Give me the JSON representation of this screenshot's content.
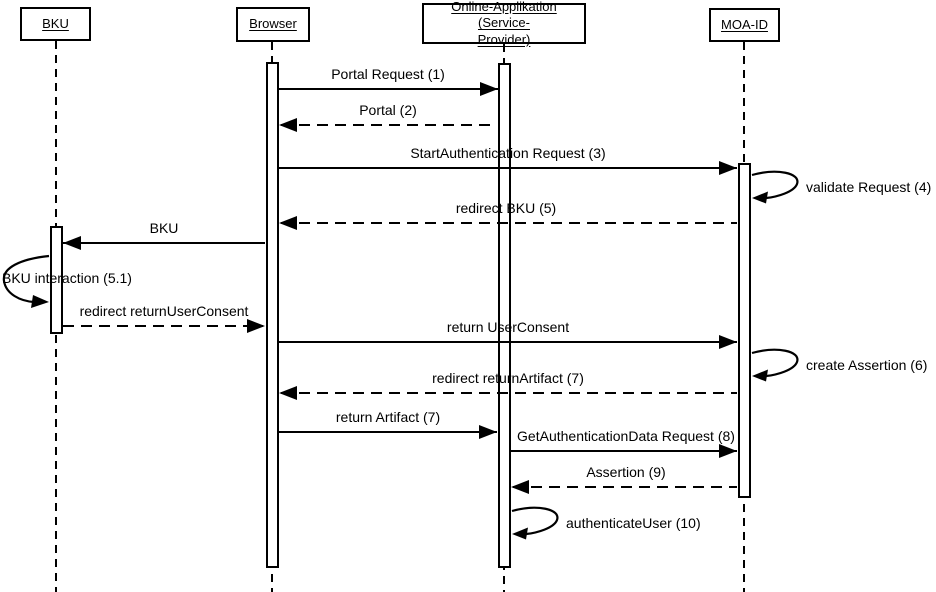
{
  "diagram": {
    "type": "uml-sequence-diagram",
    "background_color": "#ffffff",
    "line_color": "#000000"
  },
  "actors": [
    {
      "name": "BKU",
      "lines": [
        "BKU"
      ]
    },
    {
      "name": "Browser",
      "lines": [
        "Browser"
      ]
    },
    {
      "name": "Online-Applikation (Service-Provider)",
      "lines": [
        "Online-Applikation (Service-",
        "Provider)"
      ]
    },
    {
      "name": "MOA-ID",
      "lines": [
        "MOA-ID"
      ]
    }
  ],
  "messages": [
    {
      "label": "Portal Request (1)",
      "from": "Browser",
      "to": "Online-Applikation (Service-Provider)",
      "style": "solid",
      "self": false
    },
    {
      "label": "Portal (2)",
      "from": "Online-Applikation (Service-Provider)",
      "to": "Browser",
      "style": "dashed",
      "self": false
    },
    {
      "label": "StartAuthentication Request (3)",
      "from": "Browser",
      "to": "MOA-ID",
      "style": "solid",
      "self": false
    },
    {
      "label": "validate Request (4)",
      "from": "MOA-ID",
      "to": "MOA-ID",
      "style": "solid",
      "self": true
    },
    {
      "label": "redirect BKU (5)",
      "from": "MOA-ID",
      "to": "Browser",
      "style": "dashed",
      "self": false
    },
    {
      "label": "BKU",
      "from": "Browser",
      "to": "BKU",
      "style": "solid",
      "self": false
    },
    {
      "label": "BKU interaction (5.1)",
      "from": "BKU",
      "to": "BKU",
      "style": "solid",
      "self": true
    },
    {
      "label": "redirect returnUserConsent",
      "from": "BKU",
      "to": "Browser",
      "style": "dashed",
      "self": false
    },
    {
      "label": "return UserConsent",
      "from": "Browser",
      "to": "MOA-ID",
      "style": "solid",
      "self": false
    },
    {
      "label": "create Assertion (6)",
      "from": "MOA-ID",
      "to": "MOA-ID",
      "style": "solid",
      "self": true
    },
    {
      "label": "redirect returnArtifact (7)",
      "from": "MOA-ID",
      "to": "Browser",
      "style": "dashed",
      "self": false
    },
    {
      "label": "return Artifact (7)",
      "from": "Browser",
      "to": "Online-Applikation (Service-Provider)",
      "style": "solid",
      "self": false
    },
    {
      "label": "GetAuthenticationData Request (8)",
      "from": "Online-Applikation (Service-Provider)",
      "to": "MOA-ID",
      "style": "solid",
      "self": false
    },
    {
      "label": "Assertion (9)",
      "from": "MOA-ID",
      "to": "Online-Applikation (Service-Provider)",
      "style": "dashed",
      "self": false
    },
    {
      "label": "authenticateUser (10)",
      "from": "Online-Applikation (Service-Provider)",
      "to": "Online-Applikation (Service-Provider)",
      "style": "solid",
      "self": true
    }
  ]
}
